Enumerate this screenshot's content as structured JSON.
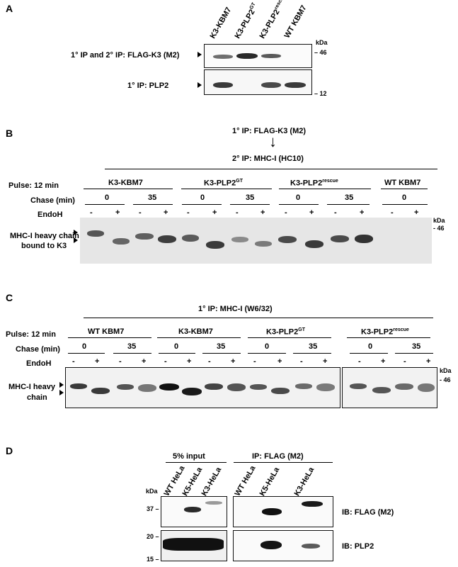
{
  "panel_a": {
    "letter": "A",
    "lanes": [
      "K3-KBM7",
      "K3-PLP2",
      "K3-PLP2",
      "WT KBM7"
    ],
    "lane_sups": [
      "",
      "GT",
      "rescue",
      ""
    ],
    "row1_label": "1° IP and 2° IP: FLAG-K3 (M2)",
    "row2_label": "1° IP: PLP2",
    "kda": "kDa",
    "marker1": "46",
    "marker2": "12"
  },
  "panel_b": {
    "letter": "B",
    "ip1": "1° IP: FLAG-K3 (M2)",
    "arrow": "↓",
    "ip2": "2° IP: MHC-I (HC10)",
    "pulse": "Pulse: 12 min",
    "chase": "Chase (min)",
    "endoh": "EndoH",
    "groups": [
      "K3-KBM7",
      "K3-PLP2",
      "K3-PLP2",
      "WT KBM7"
    ],
    "group_sups": [
      "",
      "GT",
      "rescue",
      ""
    ],
    "chase_times": [
      "0",
      "35",
      "0",
      "35",
      "0",
      "35",
      "0"
    ],
    "endoh_signs": [
      "-",
      "+",
      "-",
      "+",
      "-",
      "+",
      "-",
      "+",
      "-",
      "+",
      "-",
      "+",
      "-",
      "+"
    ],
    "band_label_1": "MHC-I heavy chain",
    "band_label_2": "bound to K3",
    "kda": "kDa",
    "marker": "46"
  },
  "panel_c": {
    "letter": "C",
    "ip": "1° IP: MHC-I  (W6/32)",
    "pulse": "Pulse: 12 min",
    "chase": "Chase (min)",
    "endoh": "EndoH",
    "groups": [
      "WT KBM7",
      "K3-KBM7",
      "K3-PLP2",
      "K3-PLP2"
    ],
    "group_sups": [
      "",
      "",
      "GT",
      "rescue"
    ],
    "chase_times": [
      "0",
      "35",
      "0",
      "35",
      "0",
      "35",
      "0",
      "35"
    ],
    "endoh_signs": [
      "-",
      "+",
      "-",
      "+",
      "-",
      "+",
      "-",
      "+",
      "-",
      "+",
      "-",
      "+",
      "-",
      "+",
      "-",
      "+"
    ],
    "band_label_1": "MHC-I heavy",
    "band_label_2": "chain",
    "kda": "kDa",
    "marker": "46"
  },
  "panel_d": {
    "letter": "D",
    "group1": "5% input",
    "group2": "IP: FLAG (M2)",
    "lanes": [
      "WT HeLa",
      "K5-HeLa",
      "K3-HeLa",
      "WT HeLa",
      "K5-HeLa",
      "K3-HeLa"
    ],
    "kda": "kDa",
    "marker37": "37",
    "marker20": "20",
    "marker15": "15",
    "ib1": "IB: FLAG (M2)",
    "ib2": "IB: PLP2"
  }
}
